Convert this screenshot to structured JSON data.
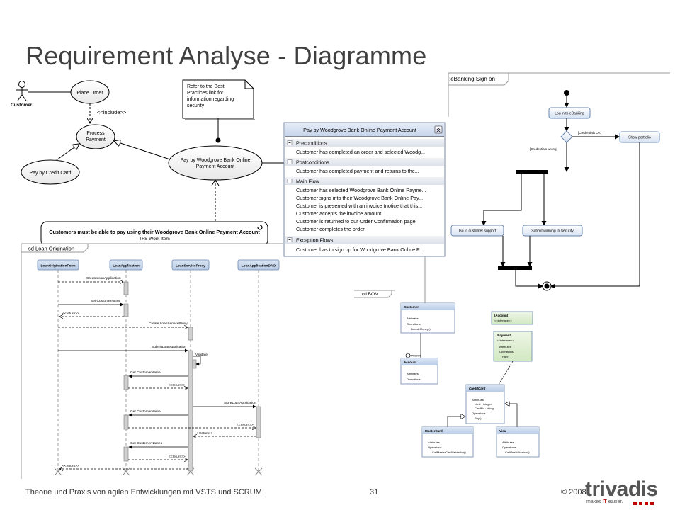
{
  "slide": {
    "title": "Requirement Analyse - Diagramme",
    "footer_text": "Theorie und Praxis von agilen Entwicklungen mit VSTS und SCRUM",
    "page_number": "31",
    "copyright": "© 2008",
    "logo_text": "trivadis",
    "logo_tagline_pre": "makes ",
    "logo_tagline_it": "IT",
    "logo_tagline_post": " easier."
  },
  "use_case": {
    "actor": "Customer",
    "place_order": "Place Order",
    "include": "<<include>>",
    "process_payment_1": "Process",
    "process_payment_2": "Payment",
    "pay_credit": "Pay by Credit Card",
    "pay_woodgrove_1": "Pay by Woodgrove Bank Online",
    "pay_woodgrove_2": "Payment Account",
    "note_1": "Refer to the Best",
    "note_2": "Practices link for",
    "note_3": "information regarding",
    "note_4": "security",
    "work_item_1": "Customers must be able to pay using their Woodgrove Bank Online Payment Account",
    "work_item_2": "TFS Work Item"
  },
  "details": {
    "header": "Pay by Woodgrove Bank Online Payment Account",
    "sections": [
      {
        "name": "Preconditions",
        "lines": [
          "Customer has completed an order and selected Woodg..."
        ]
      },
      {
        "name": "Postconditions",
        "lines": [
          "Customer has completed payment and returns to the..."
        ]
      },
      {
        "name": "Main Flow",
        "lines": [
          "Customer has selected Woodgrove Bank Online Payme...",
          "Customer signs into their Woodgrove Bank Online Pay...",
          "Customer is presented with an invoice (notice that this...",
          "Customer accepts the invoice amount",
          "Customer is returned to our Order Confirmation page",
          "Customer completes the order"
        ]
      },
      {
        "name": "Exception Flows",
        "lines": [
          "Customer has to sign up for Woodgrove Bank Online P..."
        ]
      }
    ]
  },
  "activity": {
    "frame": ":eBanking Sign on",
    "login": "Log in to eBanking",
    "ok": "[Credentials OK]",
    "wrong": "[Credentials wrong]",
    "portfolio": "Show portfolio",
    "support": "Go to customer support",
    "warning": "Submit warning to Security"
  },
  "sequence": {
    "frame": "sd Loan Origination",
    "lifelines": [
      "LoanOriginationForm",
      "LoanApplication",
      "LoanServiceProxy",
      "LoanApplicationDAO"
    ],
    "messages": {
      "m1": "CreateLoanApplication",
      "m2": "Set CustomerName",
      "m3": "<<return>>",
      "m4": "Create LoanServiceProxy",
      "m5": "SubmitLoanApplication",
      "m6": "Validate",
      "m7": "Get CustomerName",
      "m8": "<<return>>",
      "m9": "StoreLoanApplication",
      "m10": "Get CustomerName",
      "m11": "<<return>>",
      "m12": "<<return>>",
      "m13": "Get CustomerName1",
      "m14": "<<return>>",
      "m15": "<<return>>"
    }
  },
  "class_diagram": {
    "frame": "cd BOM",
    "customer": "Customer",
    "account": "Account",
    "iaccount": "IAccount",
    "iaccount_stereo": "<<interface>>",
    "ipayment": "IPayment",
    "ipayment_stereo": "<<interface>>",
    "creditcard": "CreditCard",
    "mastercard": "MasterCard",
    "visa": "Visa",
    "attributes": "Attributes",
    "operations": "Operations",
    "donate": "DonateMoney()",
    "pay": "Pay()",
    "cc_attr1": "Limit : integer",
    "cc_attr2": "CardNo : string",
    "mc_op": "CallMasterCardValidation()",
    "visa_op": "CallVisaValidation()",
    "iaccount_label": "IAccount"
  }
}
